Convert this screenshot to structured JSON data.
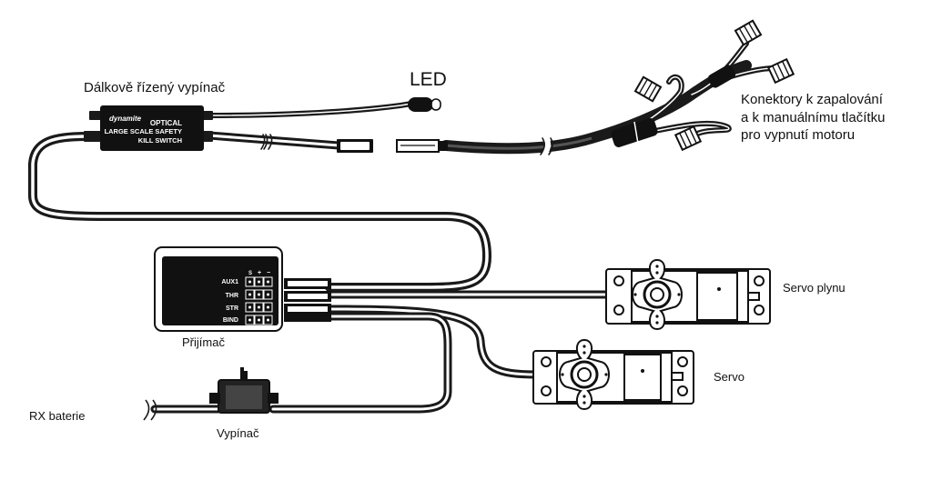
{
  "labels": {
    "kill_switch": "Dálkově řízený vypínač",
    "led": "LED",
    "connectors": [
      "Konektory k zapalování",
      "a k manuálnímu tlačítku",
      "pro vypnutí motoru"
    ],
    "receiver": "Přijímač",
    "servo_throttle": "Servo plynu",
    "servo": "Servo",
    "rx_battery": "RX baterie",
    "switch": "Vypínač"
  },
  "device": {
    "brand": "dynamite",
    "line1": "OPTICAL",
    "line2": "LARGE SCALE SAFETY",
    "line3": "KILL SWITCH"
  },
  "receiver_ports": {
    "channels": [
      "AUX1",
      "THR",
      "STR",
      "BIND"
    ],
    "pin_marks": [
      "S",
      "+",
      "−"
    ]
  }
}
